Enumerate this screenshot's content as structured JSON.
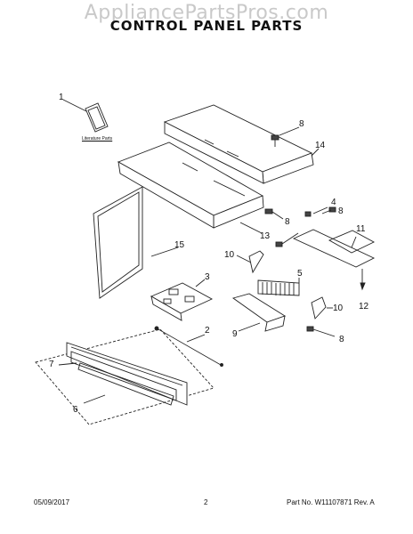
{
  "watermark": "AppliancePartsPros.com",
  "title": "CONTROL PANEL PARTS",
  "literature_label": "Literature Parts",
  "callouts": [
    {
      "num": "1"
    },
    {
      "num": "8"
    },
    {
      "num": "14"
    },
    {
      "num": "4"
    },
    {
      "num": "8"
    },
    {
      "num": "8"
    },
    {
      "num": "13"
    },
    {
      "num": "11"
    },
    {
      "num": "15"
    },
    {
      "num": "10"
    },
    {
      "num": "3"
    },
    {
      "num": "5"
    },
    {
      "num": "12"
    },
    {
      "num": "10"
    },
    {
      "num": "9"
    },
    {
      "num": "2"
    },
    {
      "num": "8"
    },
    {
      "num": "7"
    },
    {
      "num": "6"
    }
  ],
  "footer": {
    "date": "05/09/2017",
    "page": "2",
    "part_no": "Part No. W11107871  Rev. A"
  }
}
